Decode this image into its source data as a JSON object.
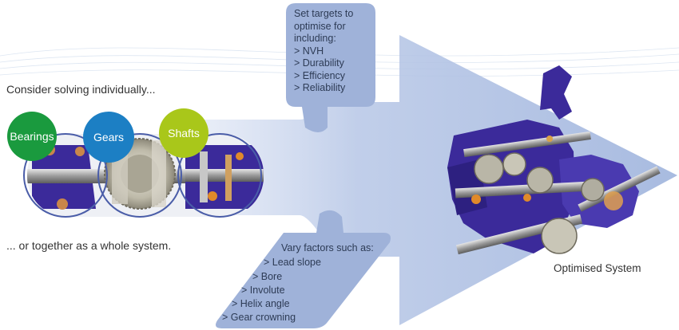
{
  "intro_text": "Consider solving individually...",
  "together_text": "... or together as a whole system.",
  "components": [
    {
      "label": "Bearings",
      "color": "#1a9a3e"
    },
    {
      "label": "Gears",
      "color": "#1c7fc4"
    },
    {
      "label": "Shafts",
      "color": "#a9c71a"
    }
  ],
  "targets": {
    "heading": [
      "Set targets to",
      "optimise for",
      "including:"
    ],
    "items": [
      "> NVH",
      "> Durability",
      "> Efficiency",
      "> Reliability"
    ]
  },
  "factors": {
    "heading": "Vary factors such as:",
    "items": [
      "> Lead slope",
      "> Bore",
      "> Involute",
      "> Helix angle",
      "> Gear crowning"
    ]
  },
  "result_label": "Optimised System",
  "colors": {
    "arrow": "#b3c3e3",
    "callout": "#9fb2d9",
    "gearbox_housing": "#3b2a9a"
  }
}
